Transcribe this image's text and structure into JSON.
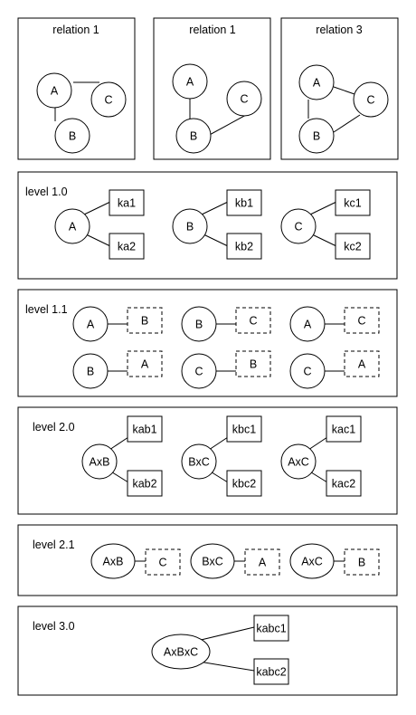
{
  "panels": {
    "relation_a": {
      "title": "relation 1",
      "nodes": [
        "A",
        "B",
        "C"
      ]
    },
    "relation_b": {
      "title": "relation 1",
      "nodes": [
        "A",
        "B",
        "C"
      ]
    },
    "relation_c": {
      "title": "relation 3",
      "nodes": [
        "A",
        "B",
        "C"
      ]
    },
    "level_1_0": {
      "title": "level 1.0",
      "groups": [
        {
          "node": "A",
          "keys": [
            "ka1",
            "ka2"
          ]
        },
        {
          "node": "B",
          "keys": [
            "kb1",
            "kb2"
          ]
        },
        {
          "node": "C",
          "keys": [
            "kc1",
            "kc2"
          ]
        }
      ]
    },
    "level_1_1": {
      "title": "level 1.1",
      "pairs": [
        {
          "node": "A",
          "ref": "B"
        },
        {
          "node": "B",
          "ref": "C"
        },
        {
          "node": "A",
          "ref": "C"
        },
        {
          "node": "B",
          "ref": "A"
        },
        {
          "node": "C",
          "ref": "B"
        },
        {
          "node": "C",
          "ref": "A"
        }
      ]
    },
    "level_2_0": {
      "title": "level 2.0",
      "groups": [
        {
          "node": "AxB",
          "keys": [
            "kab1",
            "kab2"
          ]
        },
        {
          "node": "BxC",
          "keys": [
            "kbc1",
            "kbc2"
          ]
        },
        {
          "node": "AxC",
          "keys": [
            "kac1",
            "kac2"
          ]
        }
      ]
    },
    "level_2_1": {
      "title": "level 2.1",
      "pairs": [
        {
          "node": "AxB",
          "ref": "C"
        },
        {
          "node": "BxC",
          "ref": "A"
        },
        {
          "node": "AxC",
          "ref": "B"
        }
      ]
    },
    "level_3_0": {
      "title": "level 3.0",
      "groups": [
        {
          "node": "AxBxC",
          "keys": [
            "kabc1",
            "kabc2"
          ]
        }
      ]
    }
  }
}
